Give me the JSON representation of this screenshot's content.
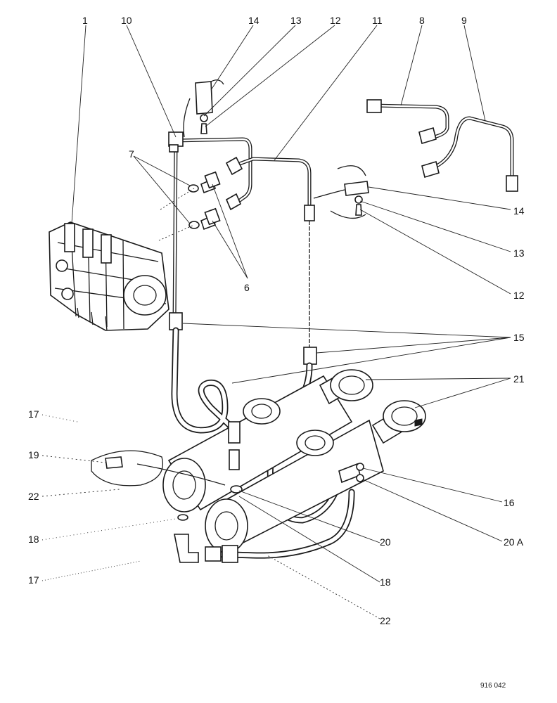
{
  "labels": {
    "l1": "1",
    "l10": "10",
    "l14_top": "14",
    "l13_top": "13",
    "l12_top": "12",
    "l11": "11",
    "l8": "8",
    "l9": "9",
    "l7": "7",
    "l6": "6",
    "l14_right": "14",
    "l13_right": "13",
    "l12_right": "12",
    "l15": "15",
    "l21": "21",
    "l17_upper": "17",
    "l19": "19",
    "l22_left": "22",
    "l18_left": "18",
    "l17_lower": "17",
    "l16": "16",
    "l20A": "20 A",
    "l20": "20",
    "l18_right": "18",
    "l22_bottom": "22"
  },
  "reference": "916 042"
}
